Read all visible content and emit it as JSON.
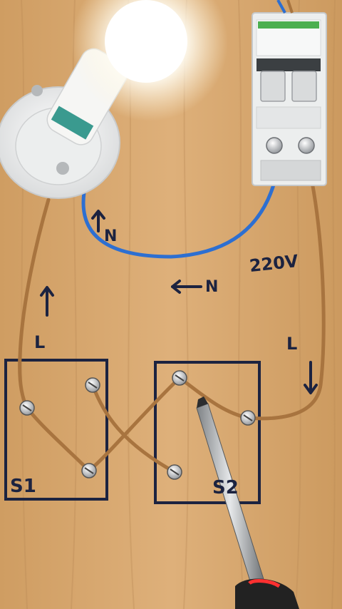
{
  "labels": {
    "neutral_left": "N",
    "neutral_center": "N",
    "voltage": "220V",
    "live_left": "L",
    "live_right": "L",
    "switch_1": "S1",
    "switch_2": "S2"
  },
  "arrows": {
    "neutral_left": "up",
    "neutral_center": "left",
    "live_left": "up",
    "live_right": "down"
  },
  "colors": {
    "board": "#d6a86f",
    "ink": "#1c2340",
    "copper": "#a8743f",
    "neutral_wire": "#2d6fd1",
    "breaker": "#eceeee",
    "lamp_holder": "#f2f2f0",
    "screwdriver_handle": "#222222"
  },
  "objects": [
    "lamp-bulb",
    "lamp-holder",
    "circuit-breaker",
    "switch-s1",
    "switch-s2",
    "screwdriver"
  ]
}
